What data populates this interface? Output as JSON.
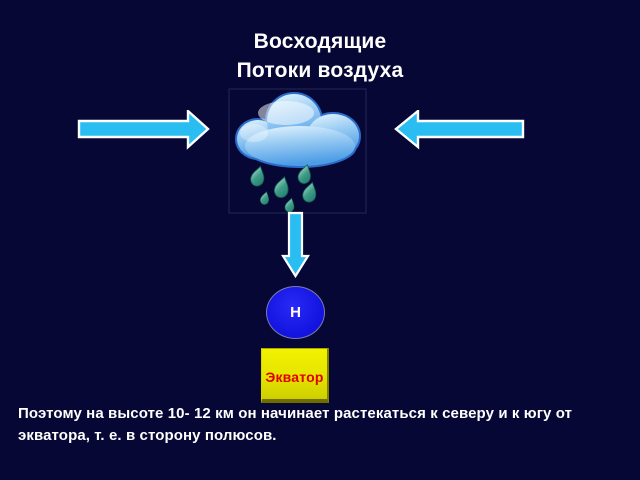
{
  "title": {
    "line1": "Восходящие",
    "line2": "Потоки воздуха"
  },
  "diagram": {
    "pressure_label": "Н",
    "equator_label": "Экватор",
    "icons": {
      "cloud": "rain-cloud-icon",
      "left": "arrow-right-icon",
      "right": "arrow-left-icon",
      "down": "arrow-down-icon"
    }
  },
  "caption": {
    "text": "Поэтому на высоте 10- 12 км он начинает растекаться к северу и к югу от\nэкватора, т. е. в сторону полюсов."
  },
  "colors": {
    "background": "#070736",
    "text": "#ffffff",
    "arrow_fill": "#29bdf2",
    "arrow_outline": "#ffffff",
    "cloud_outline": "#2a6cc8",
    "cloud_light": "#ddf1fe",
    "cloud_dark": "#4d9de6",
    "raindrop": "#2d8877",
    "pressure_circle": "#1616ee",
    "equator_fill": "#e8e800",
    "equator_text": "#e00000"
  }
}
